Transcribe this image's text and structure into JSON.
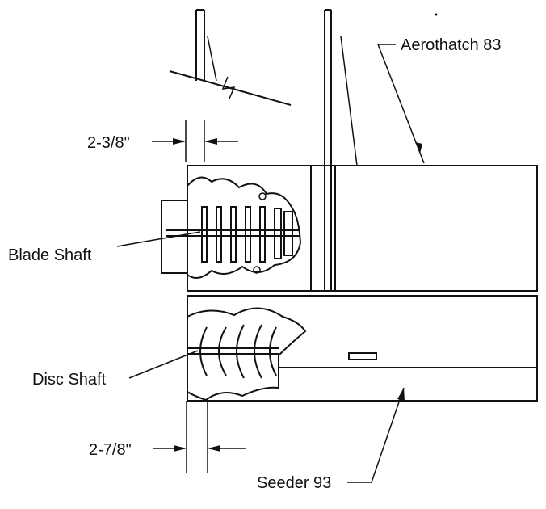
{
  "labels": {
    "aerothatch": "Aerothatch 83",
    "blade_shaft": "Blade Shaft",
    "disc_shaft": "Disc Shaft",
    "seeder": "Seeder 93",
    "dim_top": "2-3/8\"",
    "dim_bottom": "2-7/8\""
  }
}
